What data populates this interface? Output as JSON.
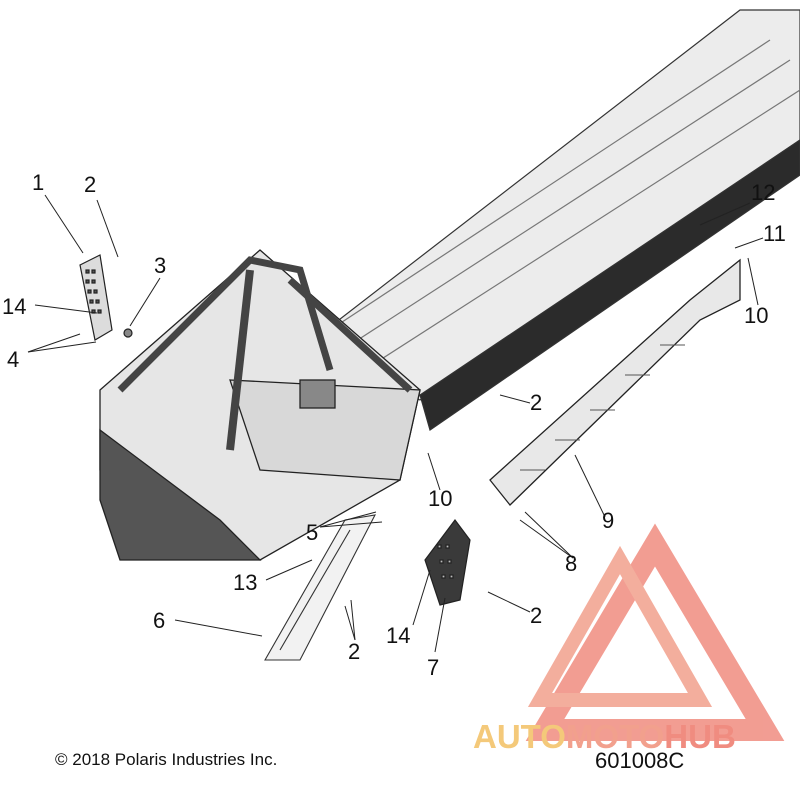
{
  "callouts": [
    {
      "id": "c1",
      "text": "1"
    },
    {
      "id": "c2a",
      "text": "2"
    },
    {
      "id": "c3",
      "text": "3"
    },
    {
      "id": "c14a",
      "text": "14"
    },
    {
      "id": "c4",
      "text": "4"
    },
    {
      "id": "c12",
      "text": "12"
    },
    {
      "id": "c11",
      "text": "11"
    },
    {
      "id": "c10a",
      "text": "10"
    },
    {
      "id": "c2b",
      "text": "2"
    },
    {
      "id": "c10b",
      "text": "10"
    },
    {
      "id": "c5",
      "text": "5"
    },
    {
      "id": "c9",
      "text": "9"
    },
    {
      "id": "c8",
      "text": "8"
    },
    {
      "id": "c13",
      "text": "13"
    },
    {
      "id": "c6",
      "text": "6"
    },
    {
      "id": "c2c",
      "text": "2"
    },
    {
      "id": "c14b",
      "text": "14"
    },
    {
      "id": "c2d",
      "text": "2"
    },
    {
      "id": "c7",
      "text": "7"
    }
  ],
  "footer": {
    "copyright": "© 2018 Polaris Industries Inc.",
    "part_code": "601008C"
  },
  "watermark": {
    "part1": "AUTO",
    "part2": "MOTO",
    "part3": "HUB",
    "colors": {
      "triangle": "#f08c80",
      "auto": "#f4c97a",
      "moto": "#f2a08d"
    }
  }
}
